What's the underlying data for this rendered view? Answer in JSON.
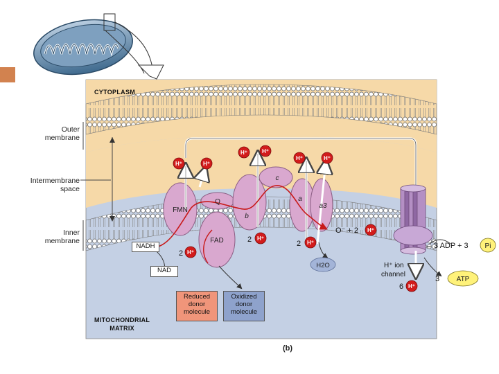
{
  "labels": {
    "cytoplasm": "CYTOPLASM",
    "matrix_line1": "MITOCHONDRIAL",
    "matrix_line2": "MATRIX",
    "outer_membrane_1": "Outer",
    "outer_membrane_2": "membrane",
    "intermembrane_1": "Intermembrane",
    "intermembrane_2": "space",
    "inner_membrane_1": "Inner",
    "inner_membrane_2": "membrane",
    "caption": "(b)"
  },
  "proteins": {
    "fmn": "FMN",
    "q": "Q",
    "fad": "FAD",
    "b": "b",
    "c": "c",
    "a": "a",
    "a3": "a3"
  },
  "molecules": {
    "nadh": "NADH",
    "nad": "NAD",
    "h2o": "H2O",
    "atp": "ATP",
    "pi": "Pi",
    "oxygen_eq": "O⁻ + 2",
    "adp_eq": "3 ADP + 3",
    "atp_coef": "3",
    "h_ion_1": "H⁺ ion",
    "h_ion_2": "channel"
  },
  "donors": {
    "reduced_1": "Reduced",
    "reduced_2": "donor",
    "reduced_3": "molecule",
    "oxidized_1": "Oxidized",
    "oxidized_2": "donor",
    "oxidized_3": "molecule"
  },
  "coefficients": {
    "c1": "2",
    "c2": "2",
    "c3": "2",
    "c4": "6"
  },
  "proton": "H⁺",
  "colors": {
    "cytoplasm_bg": "#f6d9a8",
    "matrix_bg": "#c4d0e4",
    "protein": "#d9a8cf",
    "proton": "#d21b1b",
    "reduced_donor": "#f0957a",
    "oxidized_donor": "#8ea2cc",
    "atp": "#fff27a",
    "accent": "#d2824f"
  }
}
